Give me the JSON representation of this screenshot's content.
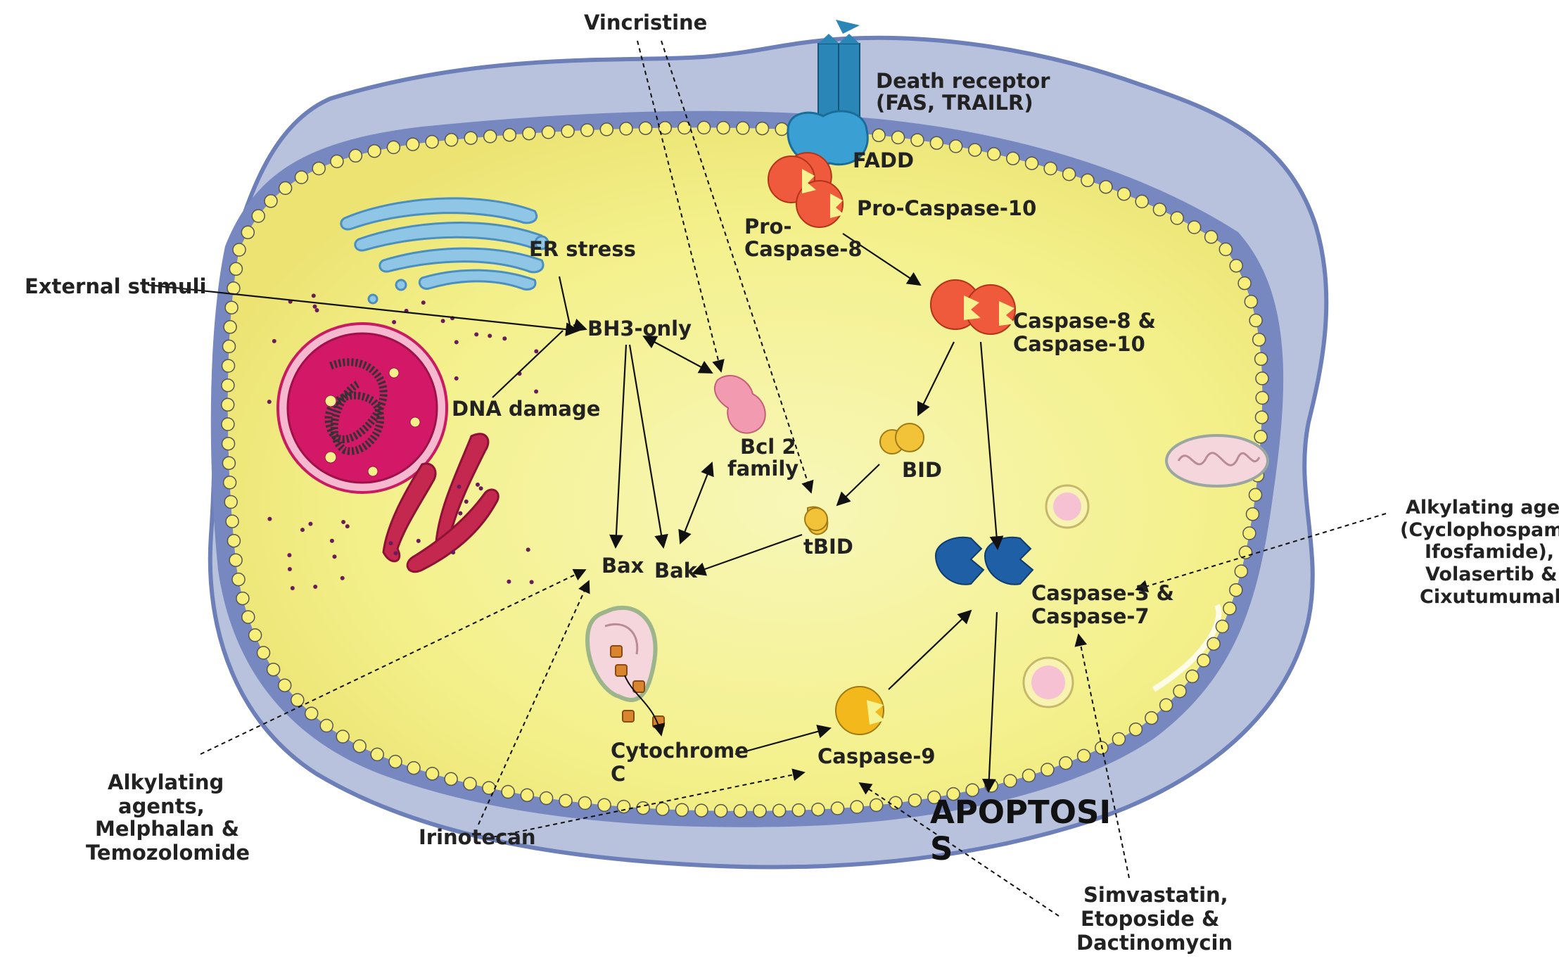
{
  "labels": {
    "vincristine": "Vincristine",
    "death_receptor_1": "Death receptor",
    "death_receptor_2": "(FAS, TRAILR)",
    "fadd": "FADD",
    "pro_caspase_10": "Pro-Caspase-10",
    "pro_caspase_8_1": "Pro-",
    "pro_caspase_8_2": "Caspase-8",
    "er_stress": "ER stress",
    "external_stimuli": "External stimuli",
    "bh3_only": "BH3-only",
    "caspase_8_10_1": "Caspase-8 &",
    "caspase_8_10_2": "Caspase-10",
    "dna_damage": "DNA damage",
    "bcl2_1": "Bcl 2",
    "bcl2_2": "family",
    "bid": "BID",
    "tbid": "tBID",
    "bax": "Bax",
    "bak": "Bak",
    "caspase_3_7_1": "Caspase-3 &",
    "caspase_3_7_2": "Caspase-7",
    "alk_right_1": "Alkylating agents",
    "alk_right_2": "(Cyclophospamide,",
    "alk_right_3": "Ifosfamide),",
    "alk_right_4": "Volasertib &",
    "alk_right_5": "Cixutumumab",
    "cytochrome_1": "Cytochrome",
    "cytochrome_2": "C",
    "caspase_9": "Caspase-9",
    "apoptosis_1": "APOPTOSI",
    "apoptosis_2": "S",
    "alk_left_1": "Alkylating",
    "alk_left_2": "agents,",
    "alk_left_3": "Melphalan &",
    "alk_left_4": "Temozolomide",
    "irinotecan": "Irinotecan",
    "simvastatin_1": "Simvastatin,",
    "simvastatin_2": "Etoposide &",
    "simvastatin_3": "Dactinomycin"
  },
  "colors": {
    "membrane_outer": "#b9c2dc",
    "membrane_dark": "#6d7fb8",
    "cytoplasm": "#f5f28f",
    "lipid_bead": "#f7ef7a",
    "caspase_orange": "#ef5a3c",
    "caspase_blue": "#1f5fa6",
    "caspase_yellow": "#f2b81c",
    "receptor_blue": "#2b86b8",
    "nucleus": "#d21866",
    "bcl2_pink": "#f29ab0"
  }
}
